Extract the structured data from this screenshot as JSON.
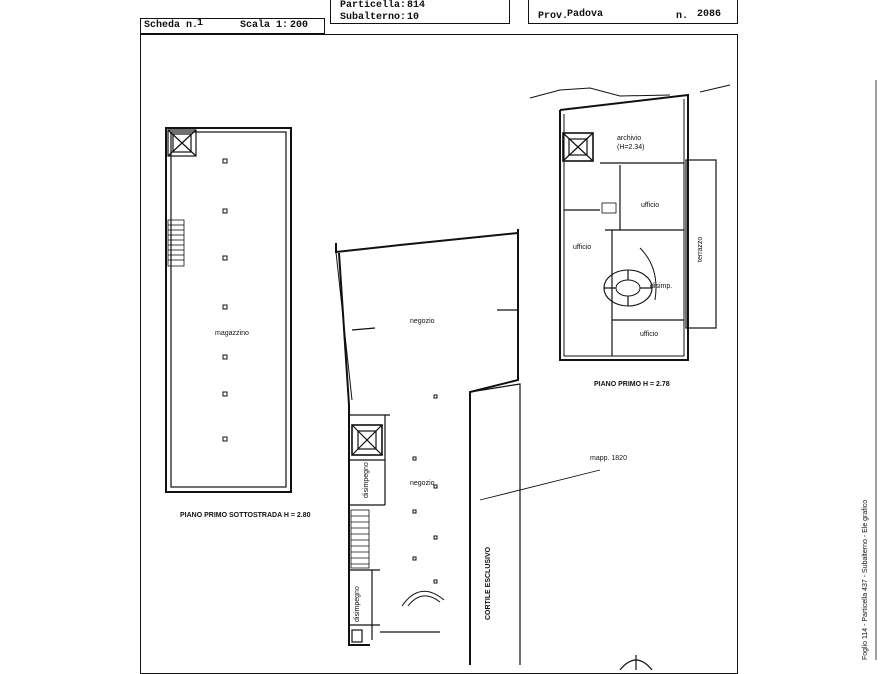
{
  "header": {
    "scheda_label": "Scheda n.",
    "scheda_value": "1",
    "scala_label": "Scala 1:",
    "scala_value": "200",
    "particella_label": "Particella:",
    "particella_value": "814",
    "subalterno_label": "Subalterno:",
    "subalterno_value": "10",
    "prov_label": "Prov.",
    "prov_value": "Padova",
    "number_label": "n.",
    "number_value": "2086"
  },
  "plan": {
    "basement_room": "magazzino",
    "basement_caption": "PIANO PRIMO SOTTOSTRADA  H = 2.80",
    "ground_room_top": "negozio",
    "ground_room_bottom": "negozio",
    "disimpegno_1": "disimpegno",
    "disimpegno_2": "disimpegno",
    "cortile": "CORTILE ESCLUSIVO",
    "mapp": "mapp. 1820",
    "first_archivio": "archivio",
    "first_archivio_h": "(H=2.34)",
    "first_ufficio_1": "ufficio",
    "first_ufficio_2": "ufficio",
    "first_ufficio_3": "ufficio",
    "first_disimp": "disimp.",
    "first_terrazzo": "terrazzo",
    "first_caption": "PIANO PRIMO  H = 2.78"
  },
  "margin_note": "Foglio 114 - Particella 437 - Subalterno - Ele grafico"
}
